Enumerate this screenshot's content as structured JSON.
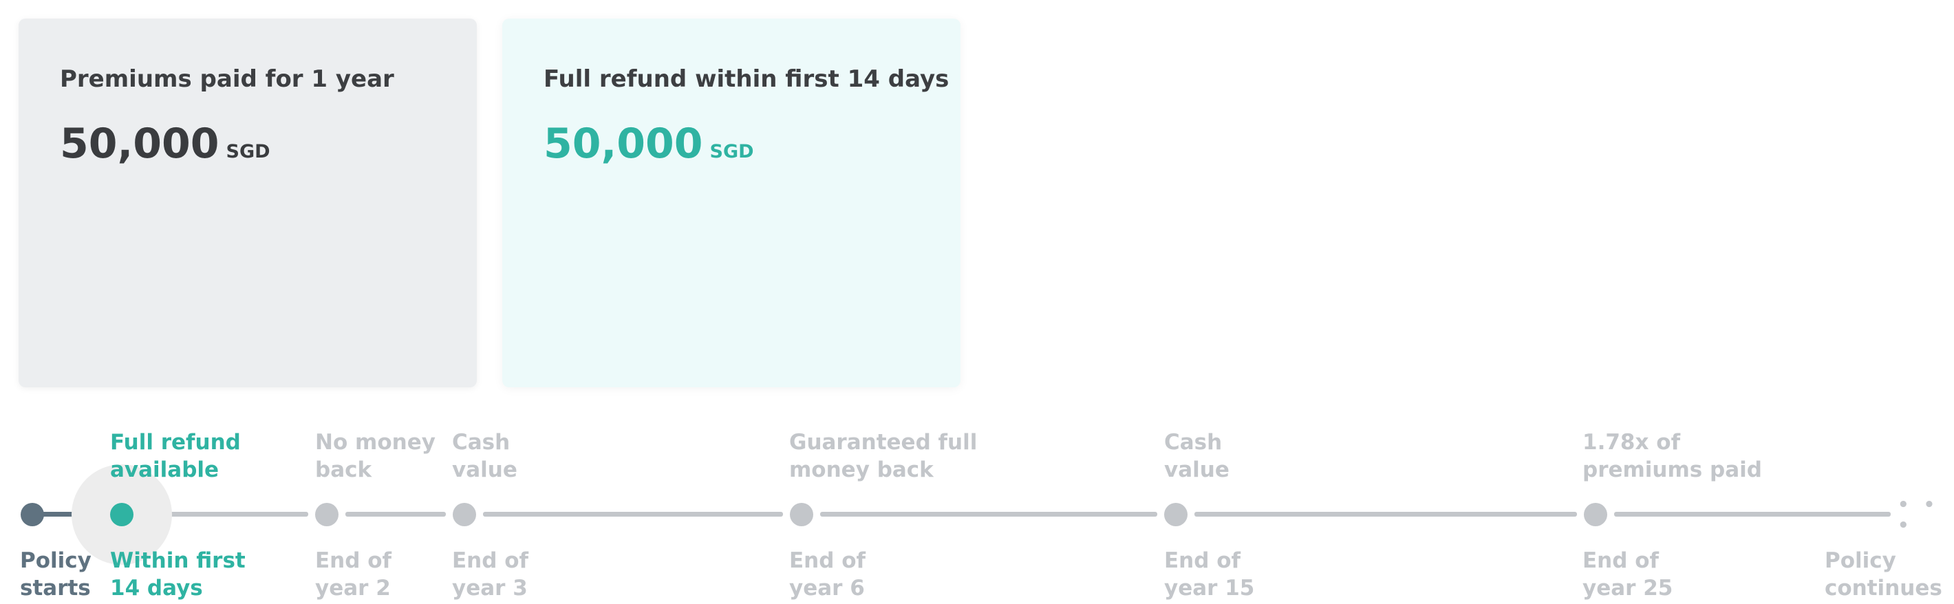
{
  "cards": [
    {
      "title": "Premiums paid for 1 year",
      "amount": "50,000",
      "currency": "SGD"
    },
    {
      "title": "Full refund within first 14 days",
      "amount": "50,000",
      "currency": "SGD"
    }
  ],
  "timeline": {
    "milestones": [
      {
        "top": "",
        "bottom": "Policy\nstarts"
      },
      {
        "top": "Full refund\navailable",
        "bottom": "Within first\n14 days"
      },
      {
        "top": "No money\nback",
        "bottom": "End of\nyear 2"
      },
      {
        "top": "Cash\nvalue",
        "bottom": "End of\nyear 3"
      },
      {
        "top": "Guaranteed full\nmoney back",
        "bottom": "End of\nyear 6"
      },
      {
        "top": "Cash\nvalue",
        "bottom": "End of\nyear 15"
      },
      {
        "top": "1.78x of\npremiums paid",
        "bottom": "End of\nyear 25"
      },
      {
        "top": "",
        "bottom": "Policy\ncontinues"
      }
    ],
    "continuation": "• • •"
  },
  "colors": {
    "accent": "#2fb3a2",
    "active_track": "#5f7280",
    "inactive": "#c3c6ca",
    "card_grey": "#eceef0",
    "card_mint": "#edfafa"
  }
}
